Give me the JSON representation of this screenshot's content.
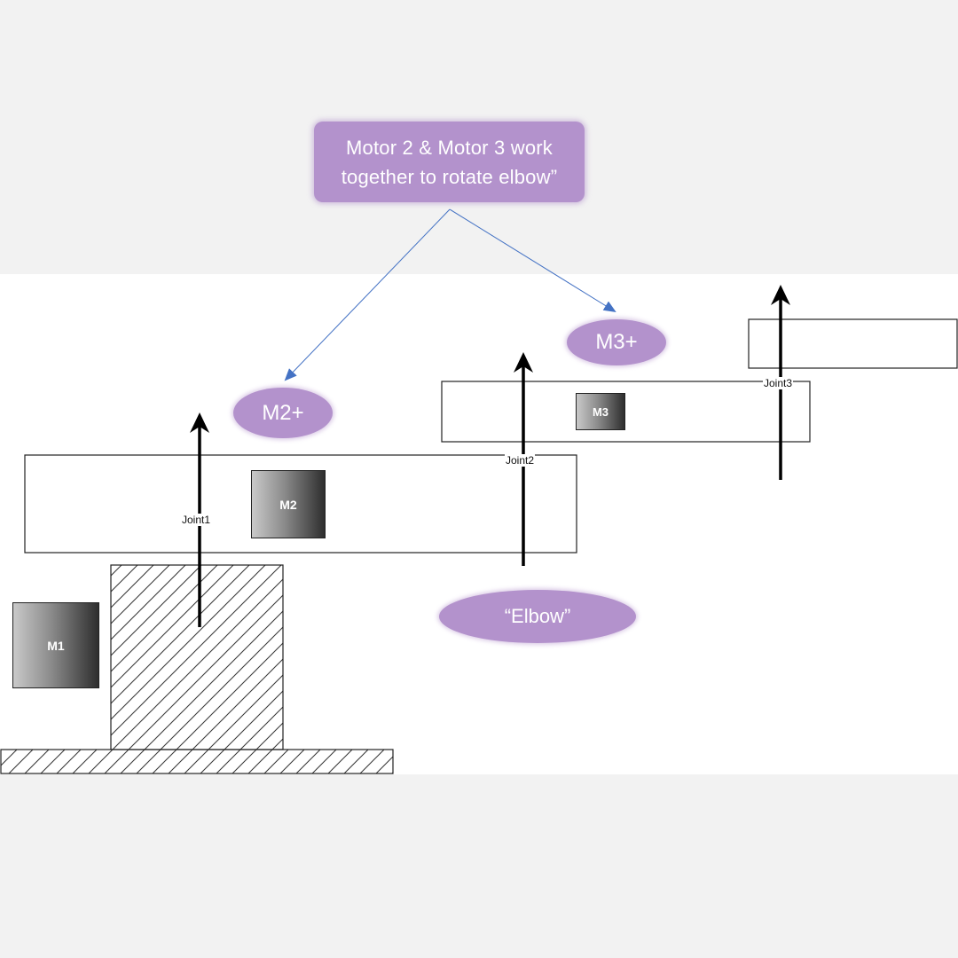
{
  "callout": {
    "line1": "Motor 2 & Motor 3 work",
    "line2": "together to rotate elbow”"
  },
  "labels": {
    "m2_plus": "M2+",
    "m3_plus": "M3+",
    "elbow": "“Elbow”"
  },
  "motors": {
    "m1": "M1",
    "m2": "M2",
    "m3": "M3"
  },
  "joints": {
    "joint1": "Joint1",
    "joint2": "Joint2",
    "joint3": "Joint3"
  },
  "colors": {
    "callout_fill": "#b392cc",
    "callout_arrow": "#4472c4",
    "background_band": "#f2f2f2",
    "diagram_area": "#ffffff"
  }
}
